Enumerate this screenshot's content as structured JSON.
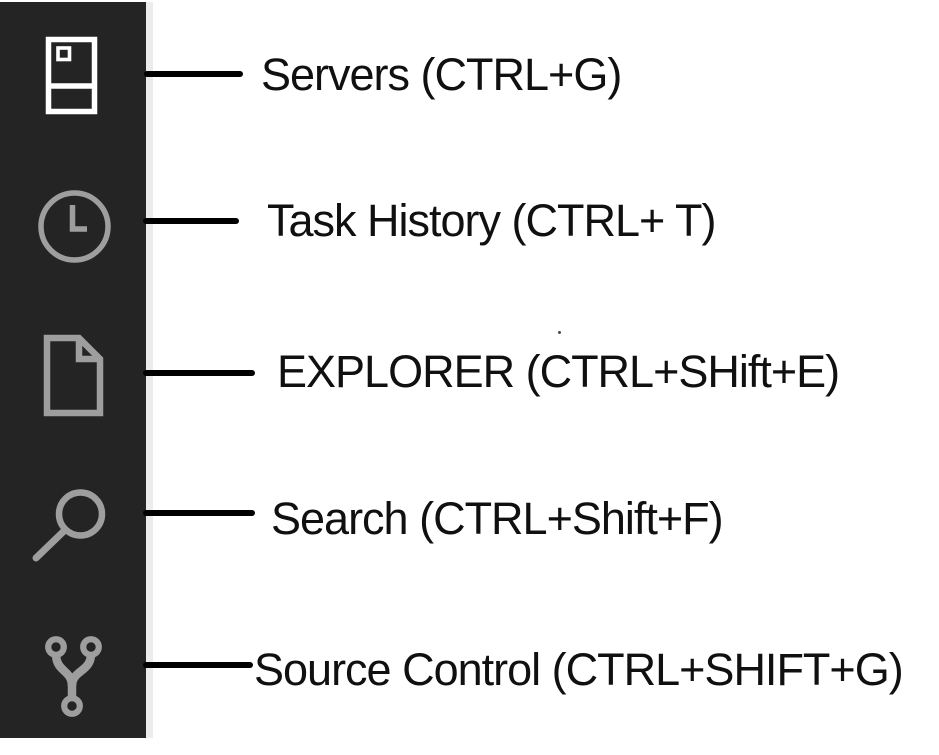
{
  "figure": {
    "type": "annotated-activity-bar",
    "colors": {
      "sidebar_bg": "#242424",
      "sidebar_edge": "#ececec",
      "icon_active": "#ffffff",
      "icon_inactive": "#9e9e9e",
      "annotation_line": "#000000",
      "label_text": "#101010",
      "background": "#ffffff"
    },
    "items": [
      {
        "icon": "servers-icon",
        "label": "Servers (CTRL+G)",
        "active": true
      },
      {
        "icon": "task-history-clock-icon",
        "label": "Task History (CTRL+ T)",
        "active": false
      },
      {
        "icon": "explorer-file-icon",
        "label": "EXPLORER (CTRL+SHift+E)",
        "active": false
      },
      {
        "icon": "search-icon",
        "label": "Search (CTRL+Shift+F)",
        "active": false
      },
      {
        "icon": "source-control-branch-icon",
        "label": "Source Control (CTRL+SHIFT+G)",
        "active": false
      }
    ]
  }
}
